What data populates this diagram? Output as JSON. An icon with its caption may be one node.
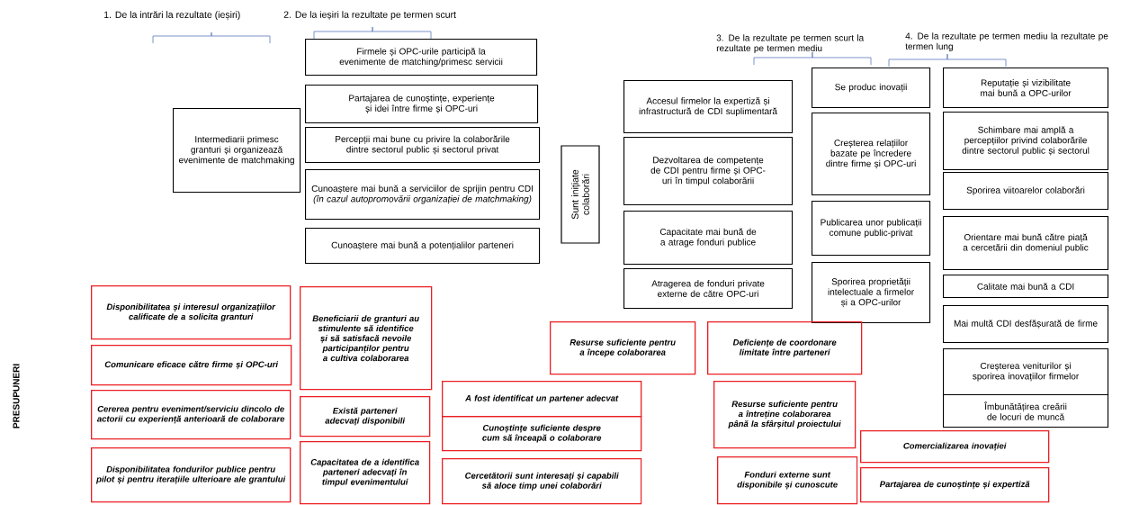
{
  "diagram": {
    "nodes": [
      {
        "text": [
          "Intermediarii primesc granturi și organizează evenimente de matchmaking"
        ]
      },
      {
        "text": [
          "Firmele și OPC-urile participă la evenimente de matching/primesc servicii"
        ]
      },
      {
        "text": [
          "Partajarea de cunoștințe, experiențe și idei între firme și OPC-uri"
        ]
      },
      {
        "text": [
          "Percepții mai bune cu privire la colaborările dintre sectorul public și sectorul privat"
        ]
      },
      {
        "text": [
          "Cunoaștere mai bună a serviciilor de sprijin pentru CDI *(în cazul autopromovării organizației de matchmaking)*"
        ]
      },
      {
        "text": [
          "Cunoaștere mai bună a potențialilor parteneri"
        ]
      },
      {
        "text": [
          "Sunt inițiate colaborări"
        ]
      },
      {
        "text": [
          "Accesul firmelor la expertiză și infrastructură de CDI suplimentară"
        ]
      },
      {
        "text": [
          "Dezvoltarea de competențe de CDI pentru firme și OPC-uri în timpul colaborării"
        ]
      },
      {
        "text": [
          "Capacitate mai bună de a atrage fonduri publice"
        ]
      },
      {
        "text": [
          "Atragerea de fonduri private externe de către OPC-uri"
        ]
      },
      {
        "text": [
          "Se produc inovații"
        ]
      },
      {
        "text": [
          "Creșterea relațiilor bazate pe încredere dintre firme și OPC-uri"
        ]
      },
      {
        "text": [
          "Publicarea unor publicații comune public-privat"
        ]
      },
      {
        "text": [
          "Sporirea proprietății intelectuale a firmelor și a OPC-urilor"
        ]
      },
      {
        "text": [
          "Reputație și vizibilitate mai bună a OPC-urilor"
        ]
      },
      {
        "text": [
          "Schimbare mai amplă a percepțiilor privind colaborările dintre sectorul public și sectorul"
        ]
      },
      {
        "text": [
          "Sporirea viitoarelor colaborări"
        ]
      },
      {
        "text": [
          "Orientare mai bună către piață a cercetării din domeniul public"
        ]
      },
      {
        "text": [
          "Calitate mai bună a CDI"
        ]
      },
      {
        "text": [
          "Mai multă CDI desfășurată de firme"
        ]
      },
      {
        "text": [
          "Creșterea veniturilor și sporirea inovațiilor firmelor"
        ]
      },
      {
        "text": [
          "Îmbunătățirea creării de locuri de muncă"
        ]
      },
      {
        "text": [
          "Disponibilitatea și interesul organizațiilor calificate de a solicita granturi"
        ]
      },
      {
        "text": [
          "Comunicare eficace către firme și OPC-uri"
        ]
      },
      {
        "text": [
          "Cererea pentru eveniment/serviciu dincolo de actorii cu experiență anterioară de colaborare"
        ]
      },
      {
        "text": [
          "Disponibilitatea fondurilor publice pentru pilot și pentru iterațiile ulterioare ale grantului"
        ]
      },
      {
        "text": [
          "Beneficiarii de granturi au stimulente să identifice și să satisfacă nevoile participanților pentru a cultiva colaborarea"
        ]
      },
      {
        "text": [
          "Există parteneri adecvați disponibili"
        ]
      },
      {
        "text": [
          "Capacitatea de a identifica parteneri adecvați în timpul evenimentului"
        ]
      },
      {
        "text": [
          "Resurse suficiente pentru a începe colaborarea"
        ]
      },
      {
        "text": [
          "Deficiențe de coordonare limitate între parteneri"
        ]
      },
      {
        "text": [
          "A fost identificat un partener adecvat"
        ]
      },
      {
        "text": [
          "Cunoștințe suficiente despre cum să înceapă o colaborare"
        ]
      },
      {
        "text": [
          "Cercetătorii sunt interesați și capabili să aloce timp unei colaborări"
        ]
      },
      {
        "text": [
          "Resurse suficiente pentru a întreține colaborarea până la sfârșitul proiectului"
        ]
      },
      {
        "text": [
          "Fonduri externe sunt disponibile și cunoscute"
        ]
      },
      {
        "text": [
          "Comercializarea inovației"
        ]
      },
      {
        "text": [
          "Partajarea de cunoștințe și expertiză"
        ]
      }
    ],
    "labels": [
      "1. De la intrări la rezultate (ieșiri)",
      "2. De la ieșiri la rezultate pe termen scurt",
      "3. De la rezultate pe termen scurt la rezultate pe termen mediu",
      "4. De la rezultate pe termen mediu la rezultate pe termen lung",
      "PRESUPUNERI"
    ]
  }
}
